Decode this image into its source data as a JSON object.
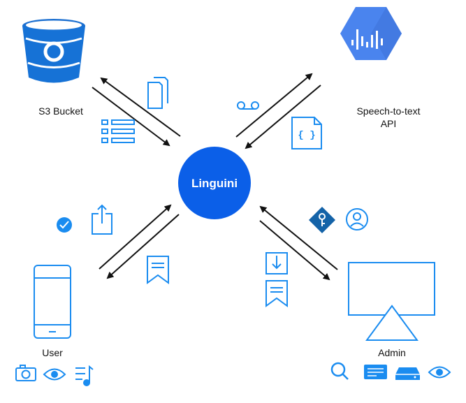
{
  "hub": {
    "label": "Linguini",
    "color": "#0b5fe8"
  },
  "nodes": {
    "s3": {
      "label": "S3 Bucket"
    },
    "speech": {
      "label_line1": "Speech-to-text",
      "label_line2": "API"
    },
    "user": {
      "label": "User"
    },
    "admin": {
      "label": "Admin"
    }
  },
  "colors": {
    "accent": "#1a8cf0",
    "dark_accent": "#1463a8",
    "arrow": "#111111",
    "google_blue": "#4a84ee"
  },
  "icons": {
    "s3": "bucket-icon",
    "speech": "google-speech-hexagon-icon",
    "user": "phone-icon",
    "admin": "monitor-icon",
    "s3_in": "documents-icon",
    "s3_out": "list-icon",
    "speech_in": "voicemail-icon",
    "speech_out": "json-file-icon",
    "user_in": "check-badge-icon",
    "user_in2": "share-upload-icon",
    "user_out": "bookmark-icon",
    "admin_in": "key-diamond-icon",
    "admin_in2": "user-circle-icon",
    "admin_out": "download-tray-icon",
    "admin_out2": "bookmark-icon",
    "user_tools": [
      "camera-icon",
      "eye-icon",
      "music-list-icon"
    ],
    "admin_tools": [
      "search-icon",
      "card-icon",
      "drive-icon",
      "eye-icon"
    ]
  }
}
